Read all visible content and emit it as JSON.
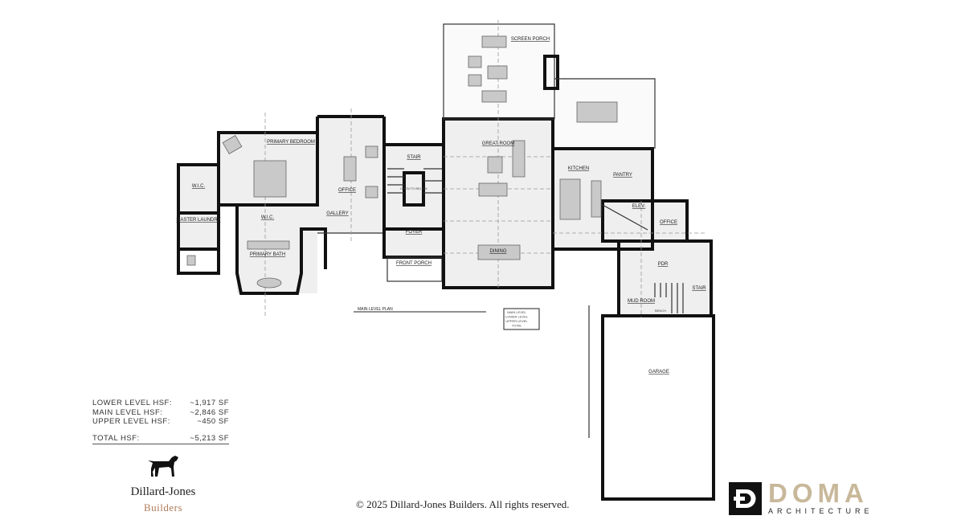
{
  "plan": {
    "title": "MAIN LEVEL PLAN",
    "rooms": {
      "screen_porch": "SCREEN PORCH",
      "great_room": "GREAT ROOM",
      "kitchen": "KITCHEN",
      "pantry": "PANTRY",
      "dining": "DINING",
      "stair": "STAIR",
      "open_to_below": "OPEN TO BELOW",
      "foyer": "FOYER",
      "front_porch": "FRONT PORCH",
      "office": "OFFICE",
      "gallery": "GALLERY",
      "primary_bedroom": "PRIMARY BEDROOM",
      "wic_1": "W.I.C.",
      "wic_2": "W.I.C.",
      "master_laundry": "MASTER LAUNDRY",
      "primary_bath": "PRIMARY BATH",
      "elev": "ELEV.",
      "office_2": "OFFICE",
      "pdr": "PDR",
      "stair_2": "STAIR",
      "mud_room": "MUD ROOM",
      "bench": "BENCH",
      "garage": "GARAGE"
    },
    "level_box": [
      "MAIN LEVEL",
      "LOWER LEVEL",
      "UPPER LEVEL",
      "TOTAL"
    ]
  },
  "hsf": {
    "rows": [
      {
        "label": "LOWER LEVEL HSF:",
        "value": "~1,917 SF"
      },
      {
        "label": "MAIN LEVEL HSF:",
        "value": "~2,846 SF"
      },
      {
        "label": "UPPER LEVEL HSF:",
        "value": "~450 SF"
      }
    ],
    "total": {
      "label": "TOTAL HSF:",
      "value": "~5,213 SF"
    }
  },
  "builder_logo": {
    "name": "Dillard-Jones",
    "sub": "Builders"
  },
  "copyright": "© 2025 Dillard-Jones Builders. All rights reserved.",
  "architect_logo": {
    "name": "DOMA",
    "sub": "ARCHITECTURE"
  }
}
